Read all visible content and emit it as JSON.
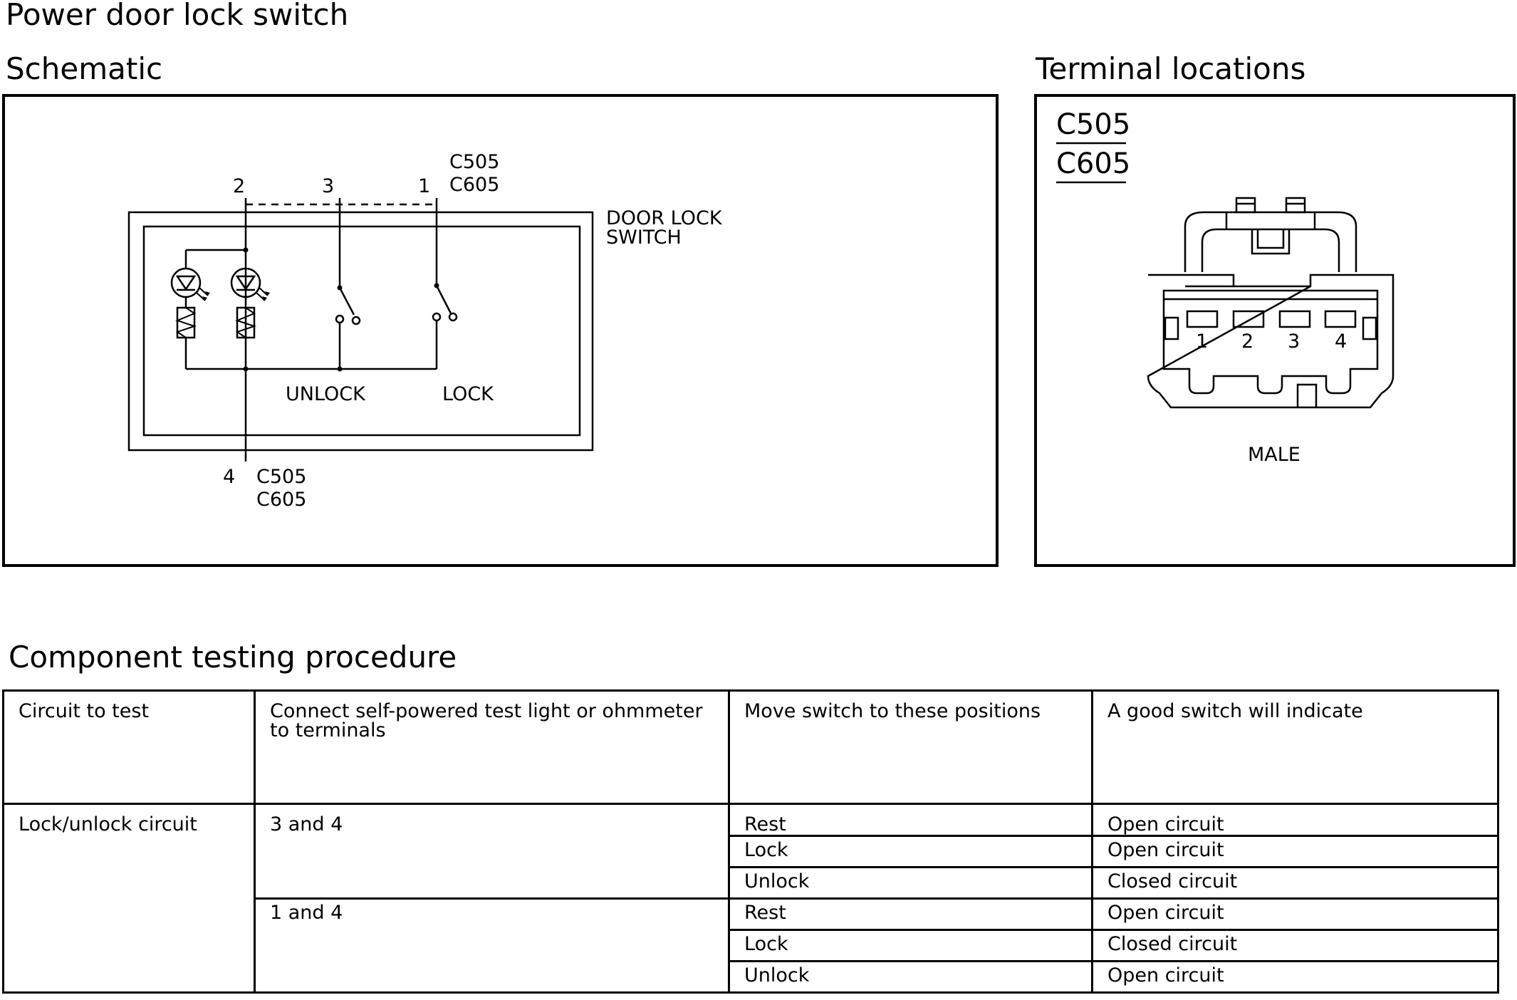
{
  "page": {
    "title": "Power door lock switch"
  },
  "schematic": {
    "heading": "Schematic",
    "top_pins": [
      "2",
      "3",
      "1"
    ],
    "top_connector": [
      "C505",
      "C605"
    ],
    "bottom_pin": "4",
    "bottom_connector": [
      "C505",
      "C605"
    ],
    "component_label": [
      "DOOR LOCK",
      "SWITCH"
    ],
    "switch_labels": [
      "UNLOCK",
      "LOCK"
    ]
  },
  "terminals": {
    "heading": "Terminal locations",
    "connector_ids": [
      "C505",
      "C605"
    ],
    "pin_numbers": [
      "1",
      "2",
      "3",
      "4"
    ],
    "gender": "MALE"
  },
  "procedure": {
    "heading": "Component testing procedure",
    "columns": [
      "Circuit to test",
      "Connect self-powered test light or ohmmeter to terminals",
      "Move switch to these positions",
      "A good switch will indicate"
    ],
    "circuit": "Lock/unlock circuit",
    "groups": [
      {
        "terminals": "3 and 4",
        "rows": [
          {
            "position": "Rest",
            "result": "Open circuit"
          },
          {
            "position": "Lock",
            "result": "Open circuit"
          },
          {
            "position": "Unlock",
            "result": "Closed circuit"
          }
        ]
      },
      {
        "terminals": "1 and 4",
        "rows": [
          {
            "position": "Rest",
            "result": "Open circuit"
          },
          {
            "position": "Lock",
            "result": "Closed circuit"
          },
          {
            "position": "Unlock",
            "result": "Open circuit"
          }
        ]
      }
    ]
  }
}
